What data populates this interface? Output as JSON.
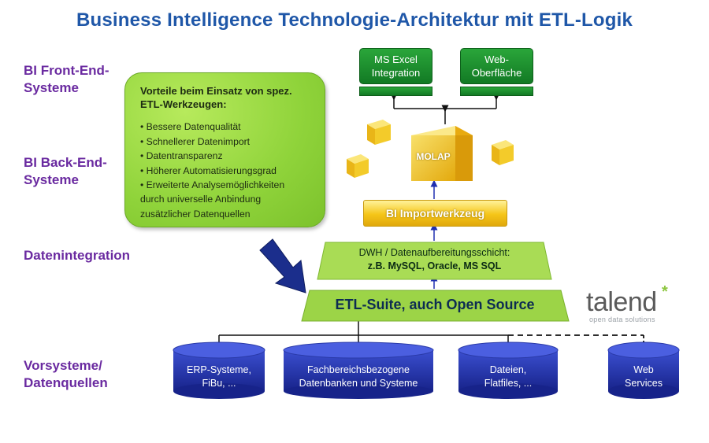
{
  "title": "Business Intelligence Technologie-Architektur mit ETL-Logik",
  "layers": {
    "frontend": "BI Front-End-\nSysteme",
    "backend": "BI Back-End-\nSysteme",
    "integration": "Datenintegration",
    "sources": "Vorsysteme/\nDatenquellen"
  },
  "frontend_tools": {
    "excel": "MS Excel\nIntegration",
    "web": "Web-\nOberfläche"
  },
  "molap": "MOLAP",
  "import_tool": "BI Importwerkzeug",
  "dwh": {
    "line1": "DWH / Datenaufbereitungsschicht:",
    "line2": "z.B. MySQL, Oracle, MS SQL"
  },
  "etl": "ETL-Suite, auch Open Source",
  "advantages": {
    "title": "Vorteile beim Einsatz von spez. ETL-Werkzeugen:",
    "items": [
      "Bessere Datenqualität",
      "Schnellerer Datenimport",
      "Datentransparenz",
      "Höherer Automatisierungsgrad",
      "Erweiterte Analysemöglichkeiten"
    ],
    "continuation": "durch universelle Anbindung\nzusätzlicher Datenquellen"
  },
  "sources": [
    "ERP-Systeme,\nFiBu, ...",
    "Fachbereichsbezogene\nDatenbanken und Systeme",
    "Dateien,\nFlatfiles, ...",
    "Web\nServices"
  ],
  "logo": {
    "name": "talend",
    "tagline": "open data solutions"
  },
  "colors": {
    "title": "#1f57a8",
    "layer_label": "#6a2aa0",
    "green": "#127a24",
    "yellow": "#f5c518",
    "db_blue": "#1f2f9e",
    "advantage_green": "#8fd33a"
  }
}
